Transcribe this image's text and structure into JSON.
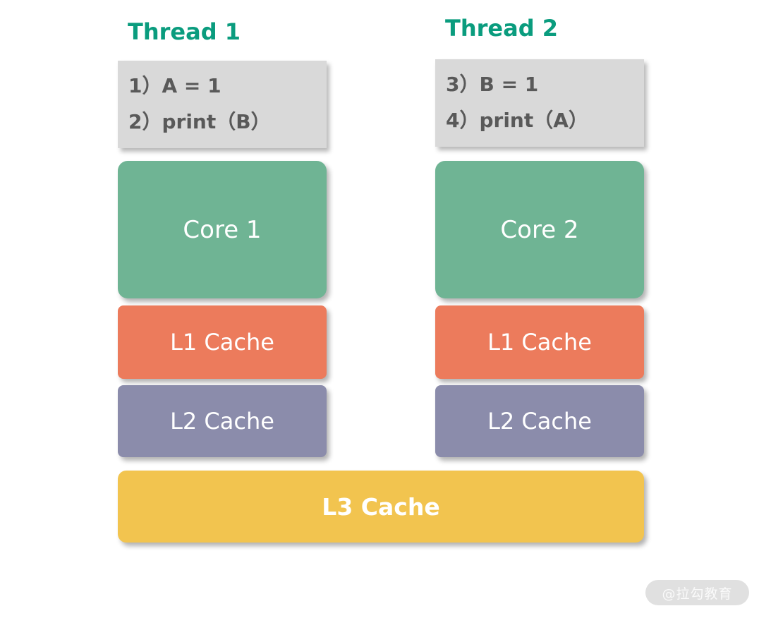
{
  "colors": {
    "thread_title": "#0a9c7e",
    "code_block_background": "#d9d9d9",
    "code_text": "#595959",
    "core_box": "#6fb494",
    "l1_cache_box": "#ec7b5c",
    "l2_cache_box": "#8b8cab",
    "l3_cache_box": "#f2c44f",
    "box_text": "#ffffff",
    "watermark_background": "#e0e0e0",
    "watermark_text": "#fafafa"
  },
  "diagram": {
    "threads": [
      {
        "title": "Thread 1",
        "code_lines": [
          "1）A = 1",
          "2）print（B）"
        ],
        "core_label": "Core 1",
        "l1_label": "L1 Cache",
        "l2_label": "L2 Cache"
      },
      {
        "title": "Thread 2",
        "code_lines": [
          "3）B = 1",
          "4）print（A）"
        ],
        "core_label": "Core 2",
        "l1_label": "L1 Cache",
        "l2_label": "L2 Cache"
      }
    ],
    "l3_label": "L3 Cache"
  },
  "watermark": {
    "text": "@拉勾教育"
  }
}
